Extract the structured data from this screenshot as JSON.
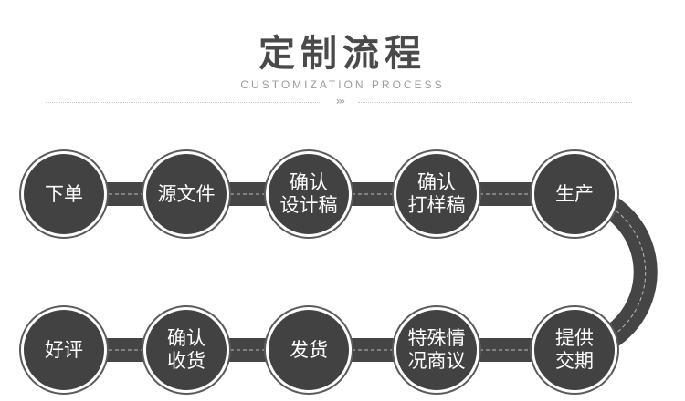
{
  "header": {
    "title": "定制流程",
    "subtitle": "CUSTOMIZATION PROCESS",
    "chevrons": "›››"
  },
  "steps": [
    {
      "label": "下单"
    },
    {
      "label": "源文件"
    },
    {
      "label": "确认\n设计稿"
    },
    {
      "label": "确认\n打样稿"
    },
    {
      "label": "生产"
    },
    {
      "label": "提供\n交期"
    },
    {
      "label": "特殊情\n况商议"
    },
    {
      "label": "发货"
    },
    {
      "label": "确认\n收货"
    },
    {
      "label": "好评"
    }
  ],
  "colors": {
    "node": "#424242",
    "track": "#454545",
    "text": "#ffffff"
  }
}
